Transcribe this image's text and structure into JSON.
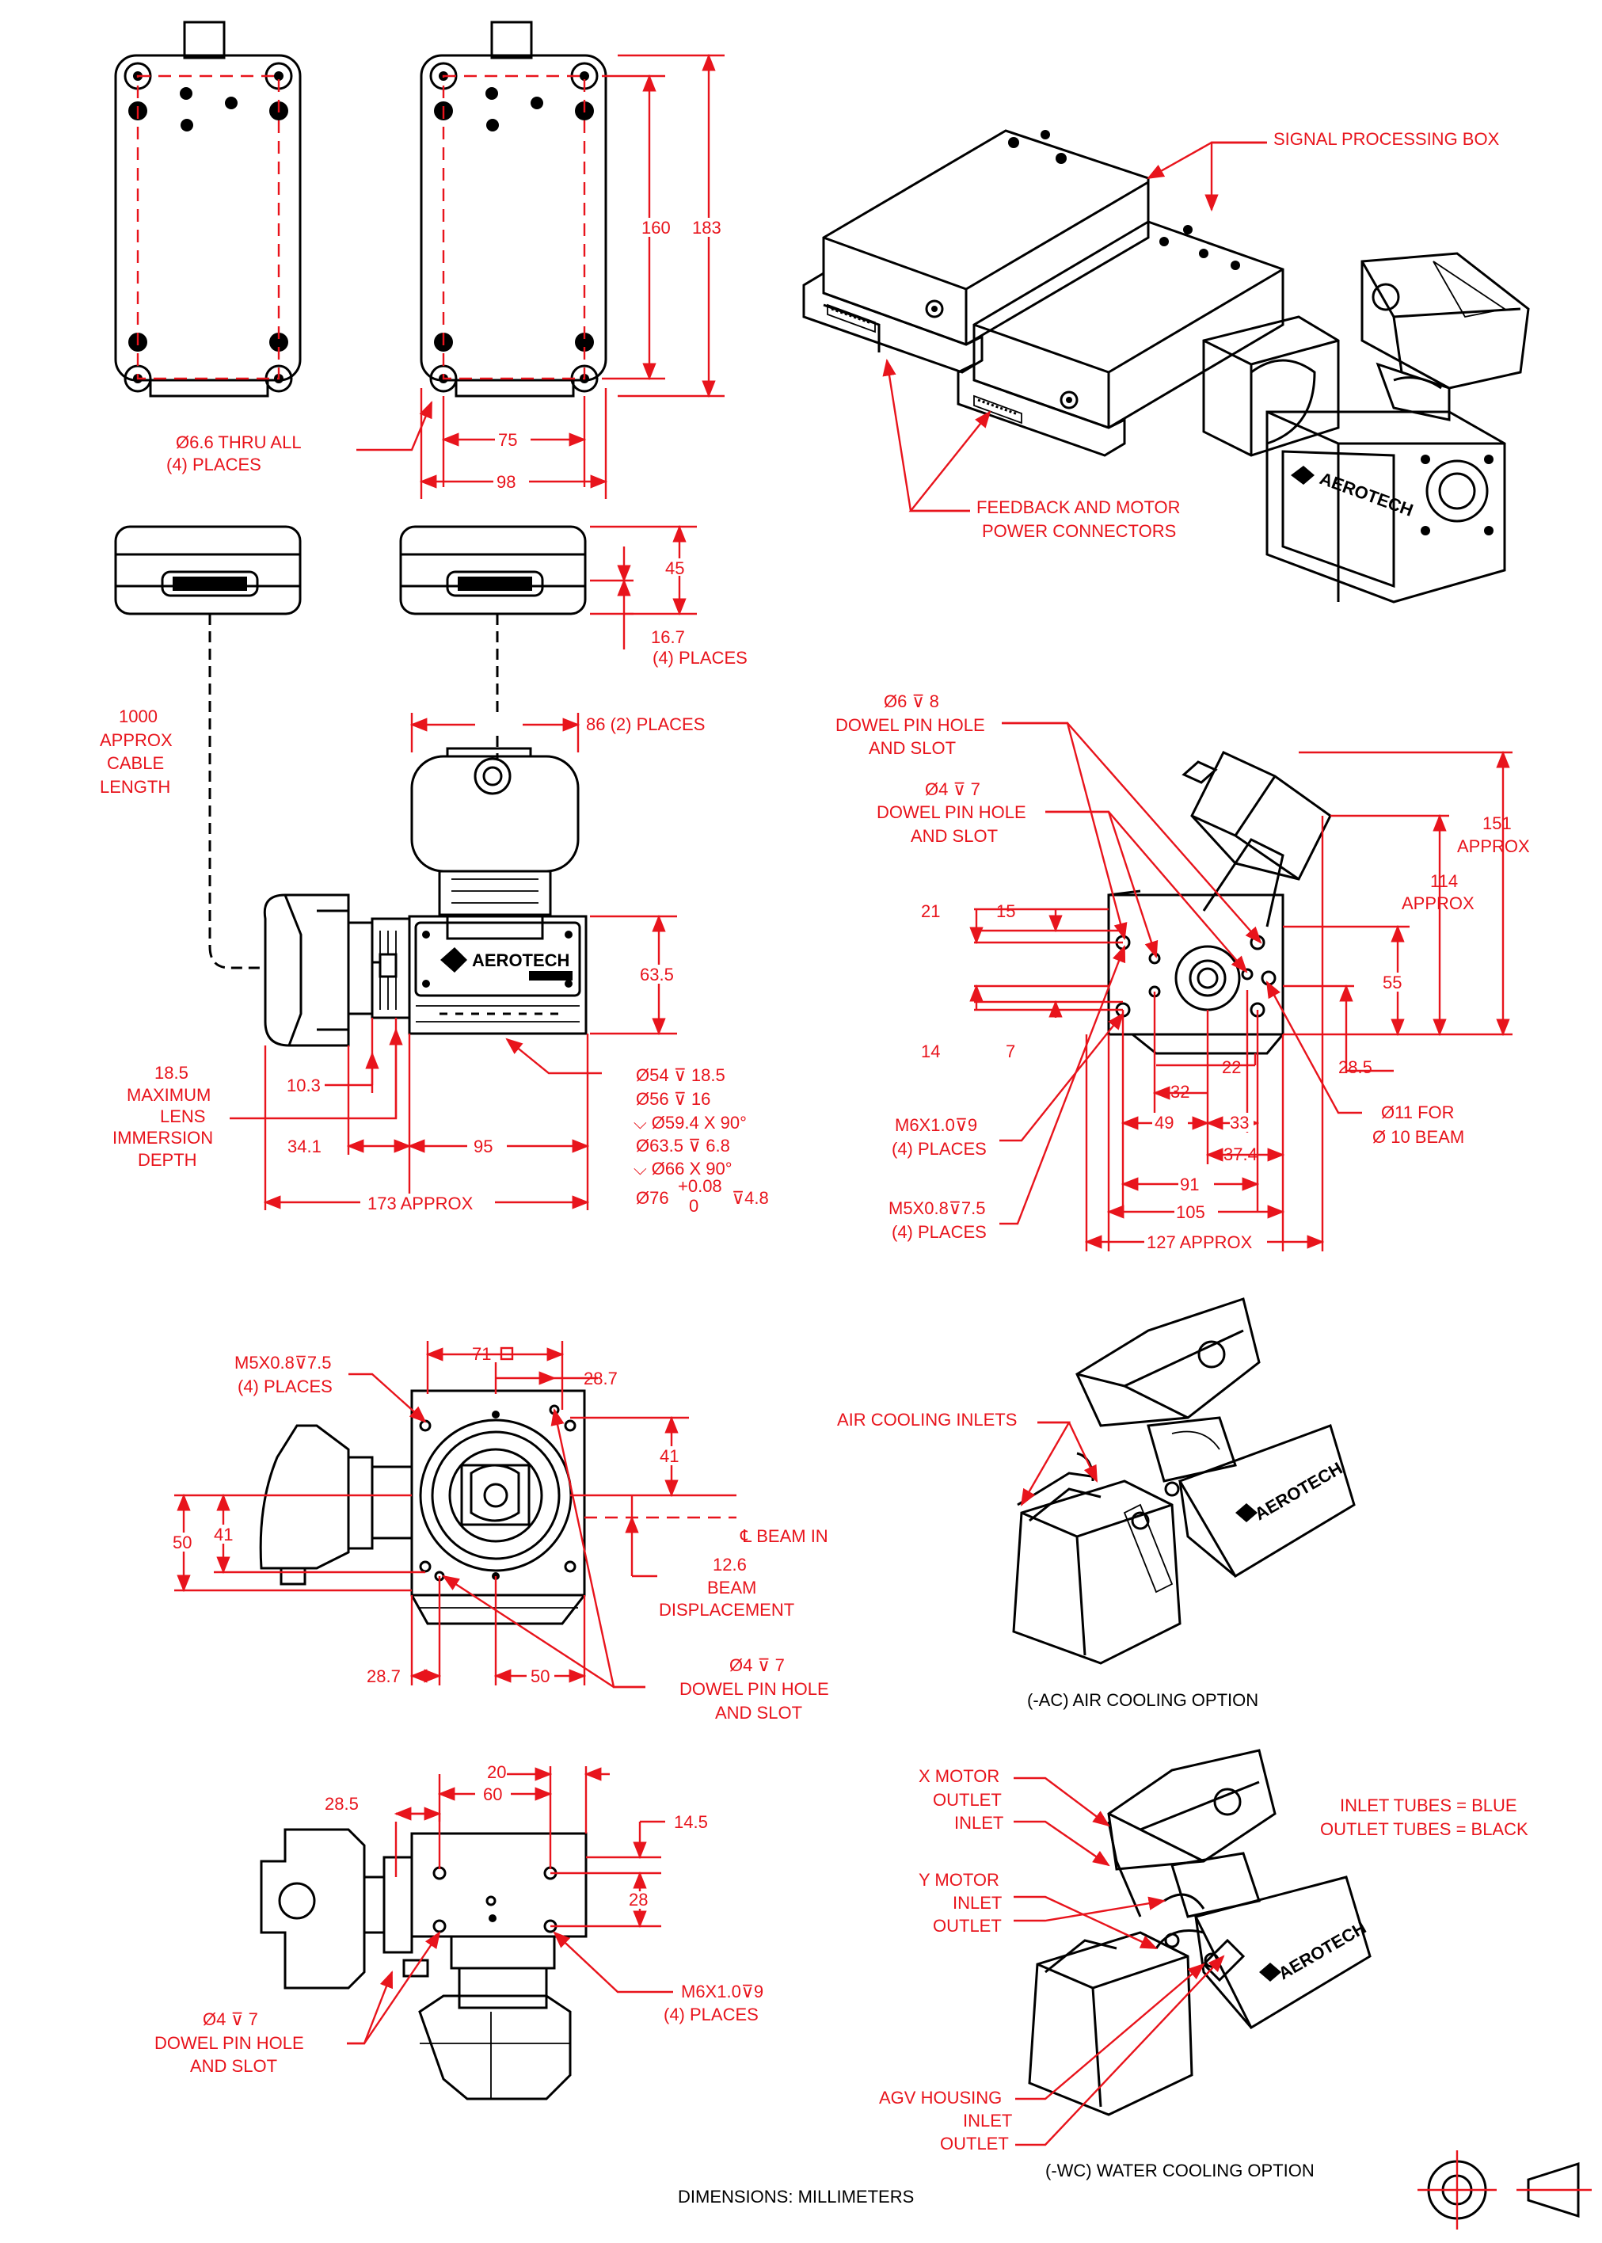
{
  "labels": {
    "holes_top": "Ø6.6 THRU ALL",
    "holes_top_qty": "(4) PLACES",
    "d160": "160",
    "d183": "183",
    "d75": "75",
    "d98": "98",
    "d45": "45",
    "d16_7": "16.7",
    "d16_7_qty": "(4) PLACES",
    "cable_1": "1000",
    "cable_2": "APPROX",
    "cable_3": "CABLE",
    "cable_4": "LENGTH",
    "d86": "86 (2) PLACES",
    "d63_5": "63.5",
    "lens_1": "18.5",
    "lens_2": "MAXIMUM",
    "lens_3": "LENS",
    "lens_4": "IMMERSION",
    "lens_5": "DEPTH",
    "d10_3": "10.3",
    "d34_1": "34.1",
    "d95": "95",
    "d173": "173 APPROX",
    "bore_1": "Ø54 ⊽ 18.5",
    "bore_2": "Ø56 ⊽ 16",
    "bore_3": "⌵ Ø59.4 X 90°",
    "bore_4": "Ø63.5 ⊽ 6.8",
    "bore_5": "⌵ Ø66 X 90°",
    "bore_6a": "Ø76",
    "bore_6b": "+0.08",
    "bore_6c": "0",
    "bore_6d": "⊽4.8",
    "signal_box": "SIGNAL PROCESSING BOX",
    "conn_1": "FEEDBACK AND MOTOR",
    "conn_2": "POWER CONNECTORS",
    "dowel6_1": "Ø6 ⊽ 8",
    "dowel6_2": "DOWEL PIN HOLE",
    "dowel6_3": "AND SLOT",
    "dowel4_1": "Ø4 ⊽ 7",
    "dowel4_2": "DOWEL PIN HOLE",
    "dowel4_3": "AND SLOT",
    "d151_1": "151",
    "d151_2": "APPROX",
    "d114_1": "114",
    "d114_2": "APPROX",
    "d21": "21",
    "d15": "15",
    "d55": "55",
    "d14": "14",
    "d7": "7",
    "d22": "22",
    "d28_5a": "28.5",
    "d32": "32",
    "d49": "49",
    "d33": "33",
    "d37_4": "37.4",
    "d91": "91",
    "d105": "105",
    "d127": "127 APPROX",
    "beam_1": "Ø11 FOR",
    "beam_2": "Ø 10 BEAM",
    "m6_1": "M6X1.0⊽9",
    "m6_2": "(4) PLACES",
    "m5_1": "M5X0.8⊽7.5",
    "m5_2": "(4) PLACES",
    "m5b_1": "M5X0.8⊽7.5",
    "m5b_2": "(4) PLACES",
    "d71": "71",
    "d28_7a": "28.7",
    "d41a": "41",
    "d50a": "50",
    "d41b": "41",
    "beam_in": "℄ BEAM IN",
    "disp_1": "12.6",
    "disp_2": "BEAM",
    "disp_3": "DISPLACEMENT",
    "dowelc_1": "Ø4 ⊽ 7",
    "dowelc_2": "DOWEL PIN HOLE",
    "dowelc_3": "AND SLOT",
    "d28_7b": "28.7",
    "d50b": "50",
    "air_inlets": "AIR COOLING INLETS",
    "air_option": "(-AC) AIR COOLING OPTION",
    "d20": "20",
    "d28_5b": "28.5",
    "d60": "60",
    "d14_5": "14.5",
    "d28": "28",
    "doweld_1": "Ø4 ⊽ 7",
    "doweld_2": "DOWEL PIN HOLE",
    "doweld_3": "AND SLOT",
    "m6b_1": "M6X1.0⊽9",
    "m6b_2": "(4) PLACES",
    "xmotor_1": "X MOTOR",
    "xmotor_2": "OUTLET",
    "xmotor_3": "INLET",
    "ymotor_1": "Y MOTOR",
    "ymotor_2": "INLET",
    "ymotor_3": "OUTLET",
    "tubes_1": "INLET TUBES = BLUE",
    "tubes_2": "OUTLET TUBES = BLACK",
    "agv_1": "AGV HOUSING",
    "agv_2": "INLET",
    "agv_3": "OUTLET",
    "water_option": "(-WC) WATER COOLING OPTION",
    "units": "DIMENSIONS:  MILLIMETERS",
    "brand": "AEROTECH"
  },
  "colors": {
    "dimension": "#e8141c",
    "outline": "#000000"
  },
  "icons": [
    "third-angle-projection-icon"
  ]
}
